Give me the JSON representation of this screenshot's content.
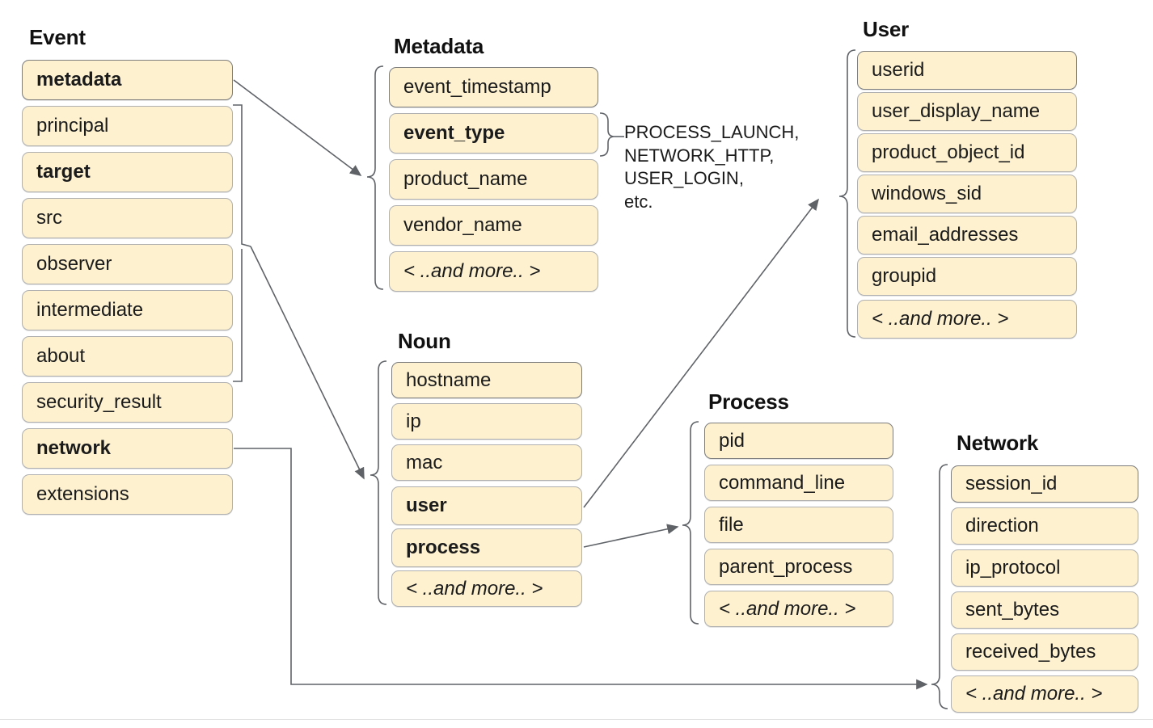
{
  "diagram": {
    "title_hidden": "",
    "stroke_color": "#5f6368",
    "box_fill": "#fdf1d0",
    "box_border": "#b0b0b0",
    "and_more_label": "< ..and more.. >"
  },
  "groups": [
    {
      "key": "event",
      "title": "Event",
      "fields": [
        {
          "label": "metadata",
          "bold": true
        },
        {
          "label": "principal",
          "bold": false
        },
        {
          "label": "target",
          "bold": true
        },
        {
          "label": "src",
          "bold": false
        },
        {
          "label": "observer",
          "bold": false
        },
        {
          "label": "intermediate",
          "bold": false
        },
        {
          "label": "about",
          "bold": false
        },
        {
          "label": "security_result",
          "bold": false
        },
        {
          "label": "network",
          "bold": true
        },
        {
          "label": "extensions",
          "bold": false
        }
      ]
    },
    {
      "key": "metadata",
      "title": "Metadata",
      "fields": [
        {
          "label": "event_timestamp",
          "bold": false
        },
        {
          "label": "event_type",
          "bold": true
        },
        {
          "label": "product_name",
          "bold": false
        },
        {
          "label": "vendor_name",
          "bold": false
        },
        {
          "label": "< ..and more.. >",
          "bold": false,
          "italic": true
        }
      ]
    },
    {
      "key": "user",
      "title": "User",
      "fields": [
        {
          "label": "userid",
          "bold": false
        },
        {
          "label": "user_display_name",
          "bold": false
        },
        {
          "label": "product_object_id",
          "bold": false
        },
        {
          "label": "windows_sid",
          "bold": false
        },
        {
          "label": "email_addresses",
          "bold": false
        },
        {
          "label": "groupid",
          "bold": false
        },
        {
          "label": "< ..and more.. >",
          "bold": false,
          "italic": true
        }
      ]
    },
    {
      "key": "noun",
      "title": "Noun",
      "fields": [
        {
          "label": "hostname",
          "bold": false
        },
        {
          "label": "ip",
          "bold": false
        },
        {
          "label": "mac",
          "bold": false
        },
        {
          "label": "user",
          "bold": true
        },
        {
          "label": "process",
          "bold": true
        },
        {
          "label": "< ..and more.. >",
          "bold": false,
          "italic": true
        }
      ]
    },
    {
      "key": "process",
      "title": "Process",
      "fields": [
        {
          "label": "pid",
          "bold": false
        },
        {
          "label": "command_line",
          "bold": false
        },
        {
          "label": "file",
          "bold": false
        },
        {
          "label": "parent_process",
          "bold": false
        },
        {
          "label": "< ..and more.. >",
          "bold": false,
          "italic": true
        }
      ]
    },
    {
      "key": "network",
      "title": "Network",
      "fields": [
        {
          "label": "session_id",
          "bold": false
        },
        {
          "label": "direction",
          "bold": false
        },
        {
          "label": "ip_protocol",
          "bold": false
        },
        {
          "label": "sent_bytes",
          "bold": false
        },
        {
          "label": "received_bytes",
          "bold": false
        },
        {
          "label": "< ..and more.. >",
          "bold": false,
          "italic": true
        }
      ]
    }
  ],
  "annotations": {
    "event_type_values": "PROCESS_LAUNCH,\nNETWORK_HTTP,\nUSER_LOGIN,\netc."
  }
}
